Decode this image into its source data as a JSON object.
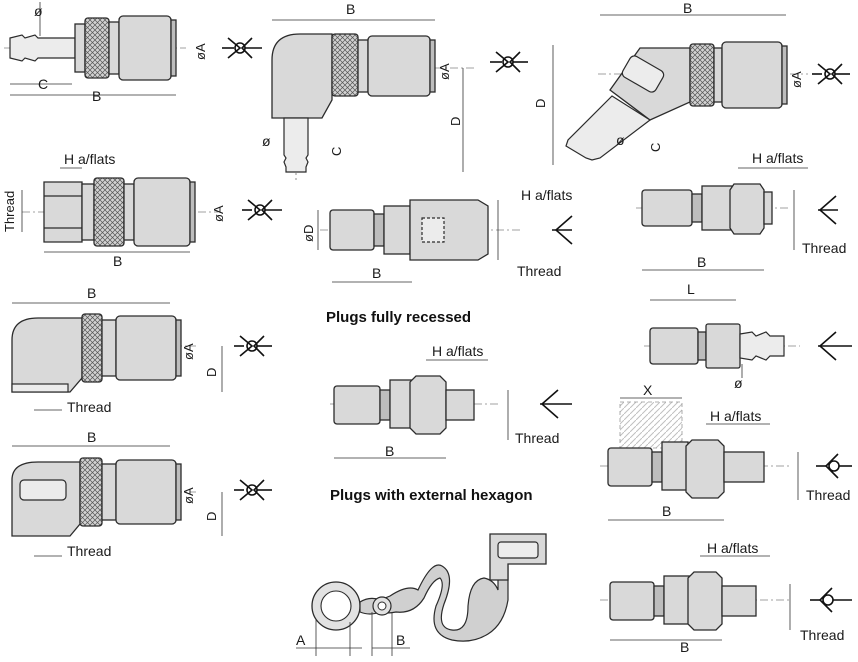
{
  "labels": {
    "phi": "ø",
    "phi_a": "øA",
    "phi_d": "øD",
    "b": "B",
    "c": "C",
    "d": "D",
    "l": "L",
    "x": "X",
    "a": "A",
    "thread": "Thread",
    "h_flats": "H a/flats"
  },
  "captions": {
    "recessed": "Plugs fully recessed",
    "external_hex": "Plugs with external hexagon"
  },
  "colors": {
    "body": "#d9d9d9",
    "outline": "#2b2b2b",
    "hatch": "#c0c0c0"
  }
}
